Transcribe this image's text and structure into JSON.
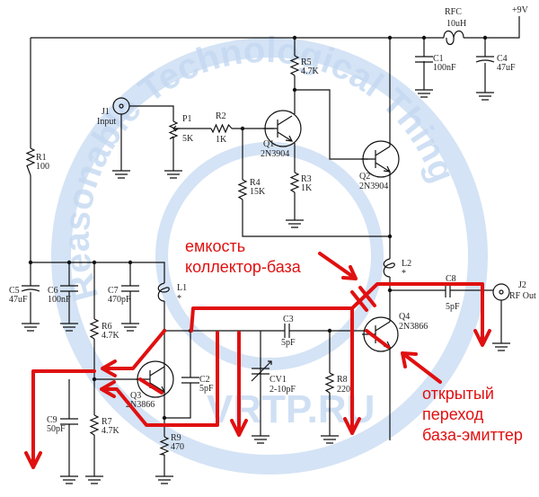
{
  "watermark": {
    "ring_text": "Reasonable Technological Things",
    "site": "VRTP.RU"
  },
  "supply": "+9V",
  "components": {
    "RFC": {
      "name": "RFC",
      "value": "10uH"
    },
    "C1": {
      "name": "C1",
      "value": "100nF"
    },
    "C4": {
      "name": "C4",
      "value": "47uF"
    },
    "R1": {
      "name": "R1",
      "value": "100"
    },
    "J1": {
      "name": "J1",
      "value": "Input"
    },
    "P1": {
      "name": "P1",
      "value": "5K"
    },
    "R2": {
      "name": "R2",
      "value": "1K"
    },
    "R5": {
      "name": "R5",
      "value": "4.7K"
    },
    "Q1": {
      "name": "Q1",
      "value": "2N3904"
    },
    "R4": {
      "name": "R4",
      "value": "15K"
    },
    "R3": {
      "name": "R3",
      "value": "1K"
    },
    "Q2": {
      "name": "Q2",
      "value": "2N3904"
    },
    "L2": {
      "name": "L2",
      "value": "*"
    },
    "C8": {
      "name": "C8",
      "value": "5pF"
    },
    "J2": {
      "name": "J2",
      "value": "RF Out"
    },
    "Q4": {
      "name": "Q4",
      "value": "2N3866"
    },
    "C3": {
      "name": "C3",
      "value": "5pF"
    },
    "CV1": {
      "name": "CV1",
      "value": "2-10pF"
    },
    "R8": {
      "name": "R8",
      "value": "220"
    },
    "C5": {
      "name": "C5",
      "value": "47uF"
    },
    "C6": {
      "name": "C6",
      "value": "100nF"
    },
    "C7": {
      "name": "C7",
      "value": "470pF"
    },
    "L1": {
      "name": "L1",
      "value": "*"
    },
    "R6": {
      "name": "R6",
      "value": "4.7K"
    },
    "C2": {
      "name": "C2",
      "value": "5pF"
    },
    "Q3": {
      "name": "Q3",
      "value": "2N3866"
    },
    "C9": {
      "name": "C9",
      "value": "50pF"
    },
    "R7": {
      "name": "R7",
      "value": "4.7K"
    },
    "R9": {
      "name": "R9",
      "value": "470"
    }
  },
  "annotations": {
    "capacitance_line1": "емкость",
    "capacitance_line2": "коллектор-база",
    "junction_line1": "открытый",
    "junction_line2": "переход",
    "junction_line3": "база-эмиттер"
  },
  "colors": {
    "annotation": "#e01010",
    "watermark": "#c5d9f2"
  }
}
